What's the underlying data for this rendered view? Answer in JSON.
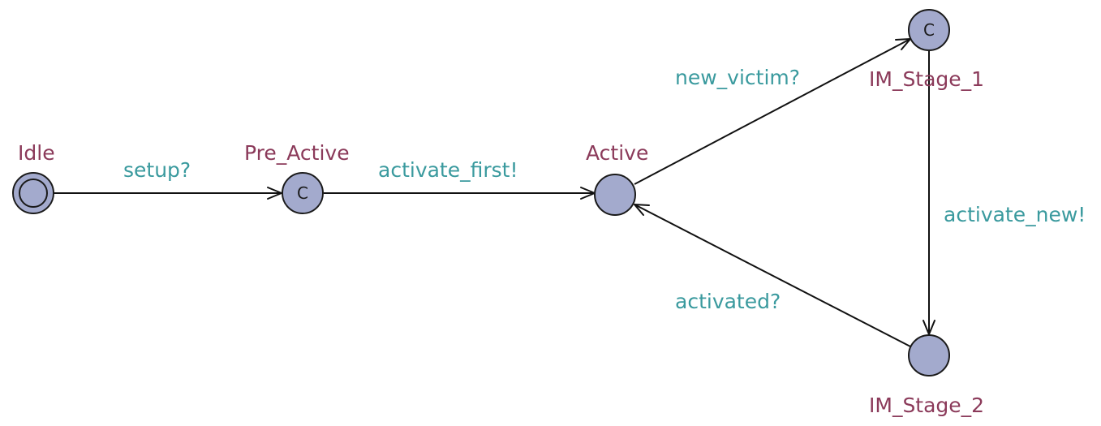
{
  "automaton": {
    "locations": {
      "idle": {
        "name": "Idle",
        "initial": true,
        "committed": false
      },
      "pre_active": {
        "name": "Pre_Active",
        "initial": false,
        "committed": true
      },
      "active": {
        "name": "Active",
        "initial": false,
        "committed": false
      },
      "im_stage_1": {
        "name": "IM_Stage_1",
        "initial": false,
        "committed": true
      },
      "im_stage_2": {
        "name": "IM_Stage_2",
        "initial": false,
        "committed": false
      }
    },
    "committed_symbol": "C",
    "edges": {
      "idle_to_pre_active": {
        "label": "setup?"
      },
      "pre_active_to_active": {
        "label": "activate_first!"
      },
      "active_to_im_stage_1": {
        "label": "new_victim?"
      },
      "im_stage_1_to_im_stage_2": {
        "label": "activate_new!"
      },
      "im_stage_2_to_active": {
        "label": "activated?"
      }
    }
  },
  "colors": {
    "location_fill": "#a3aacd",
    "location_label": "#8b3a5a",
    "edge_label": "#3a9a9e"
  }
}
